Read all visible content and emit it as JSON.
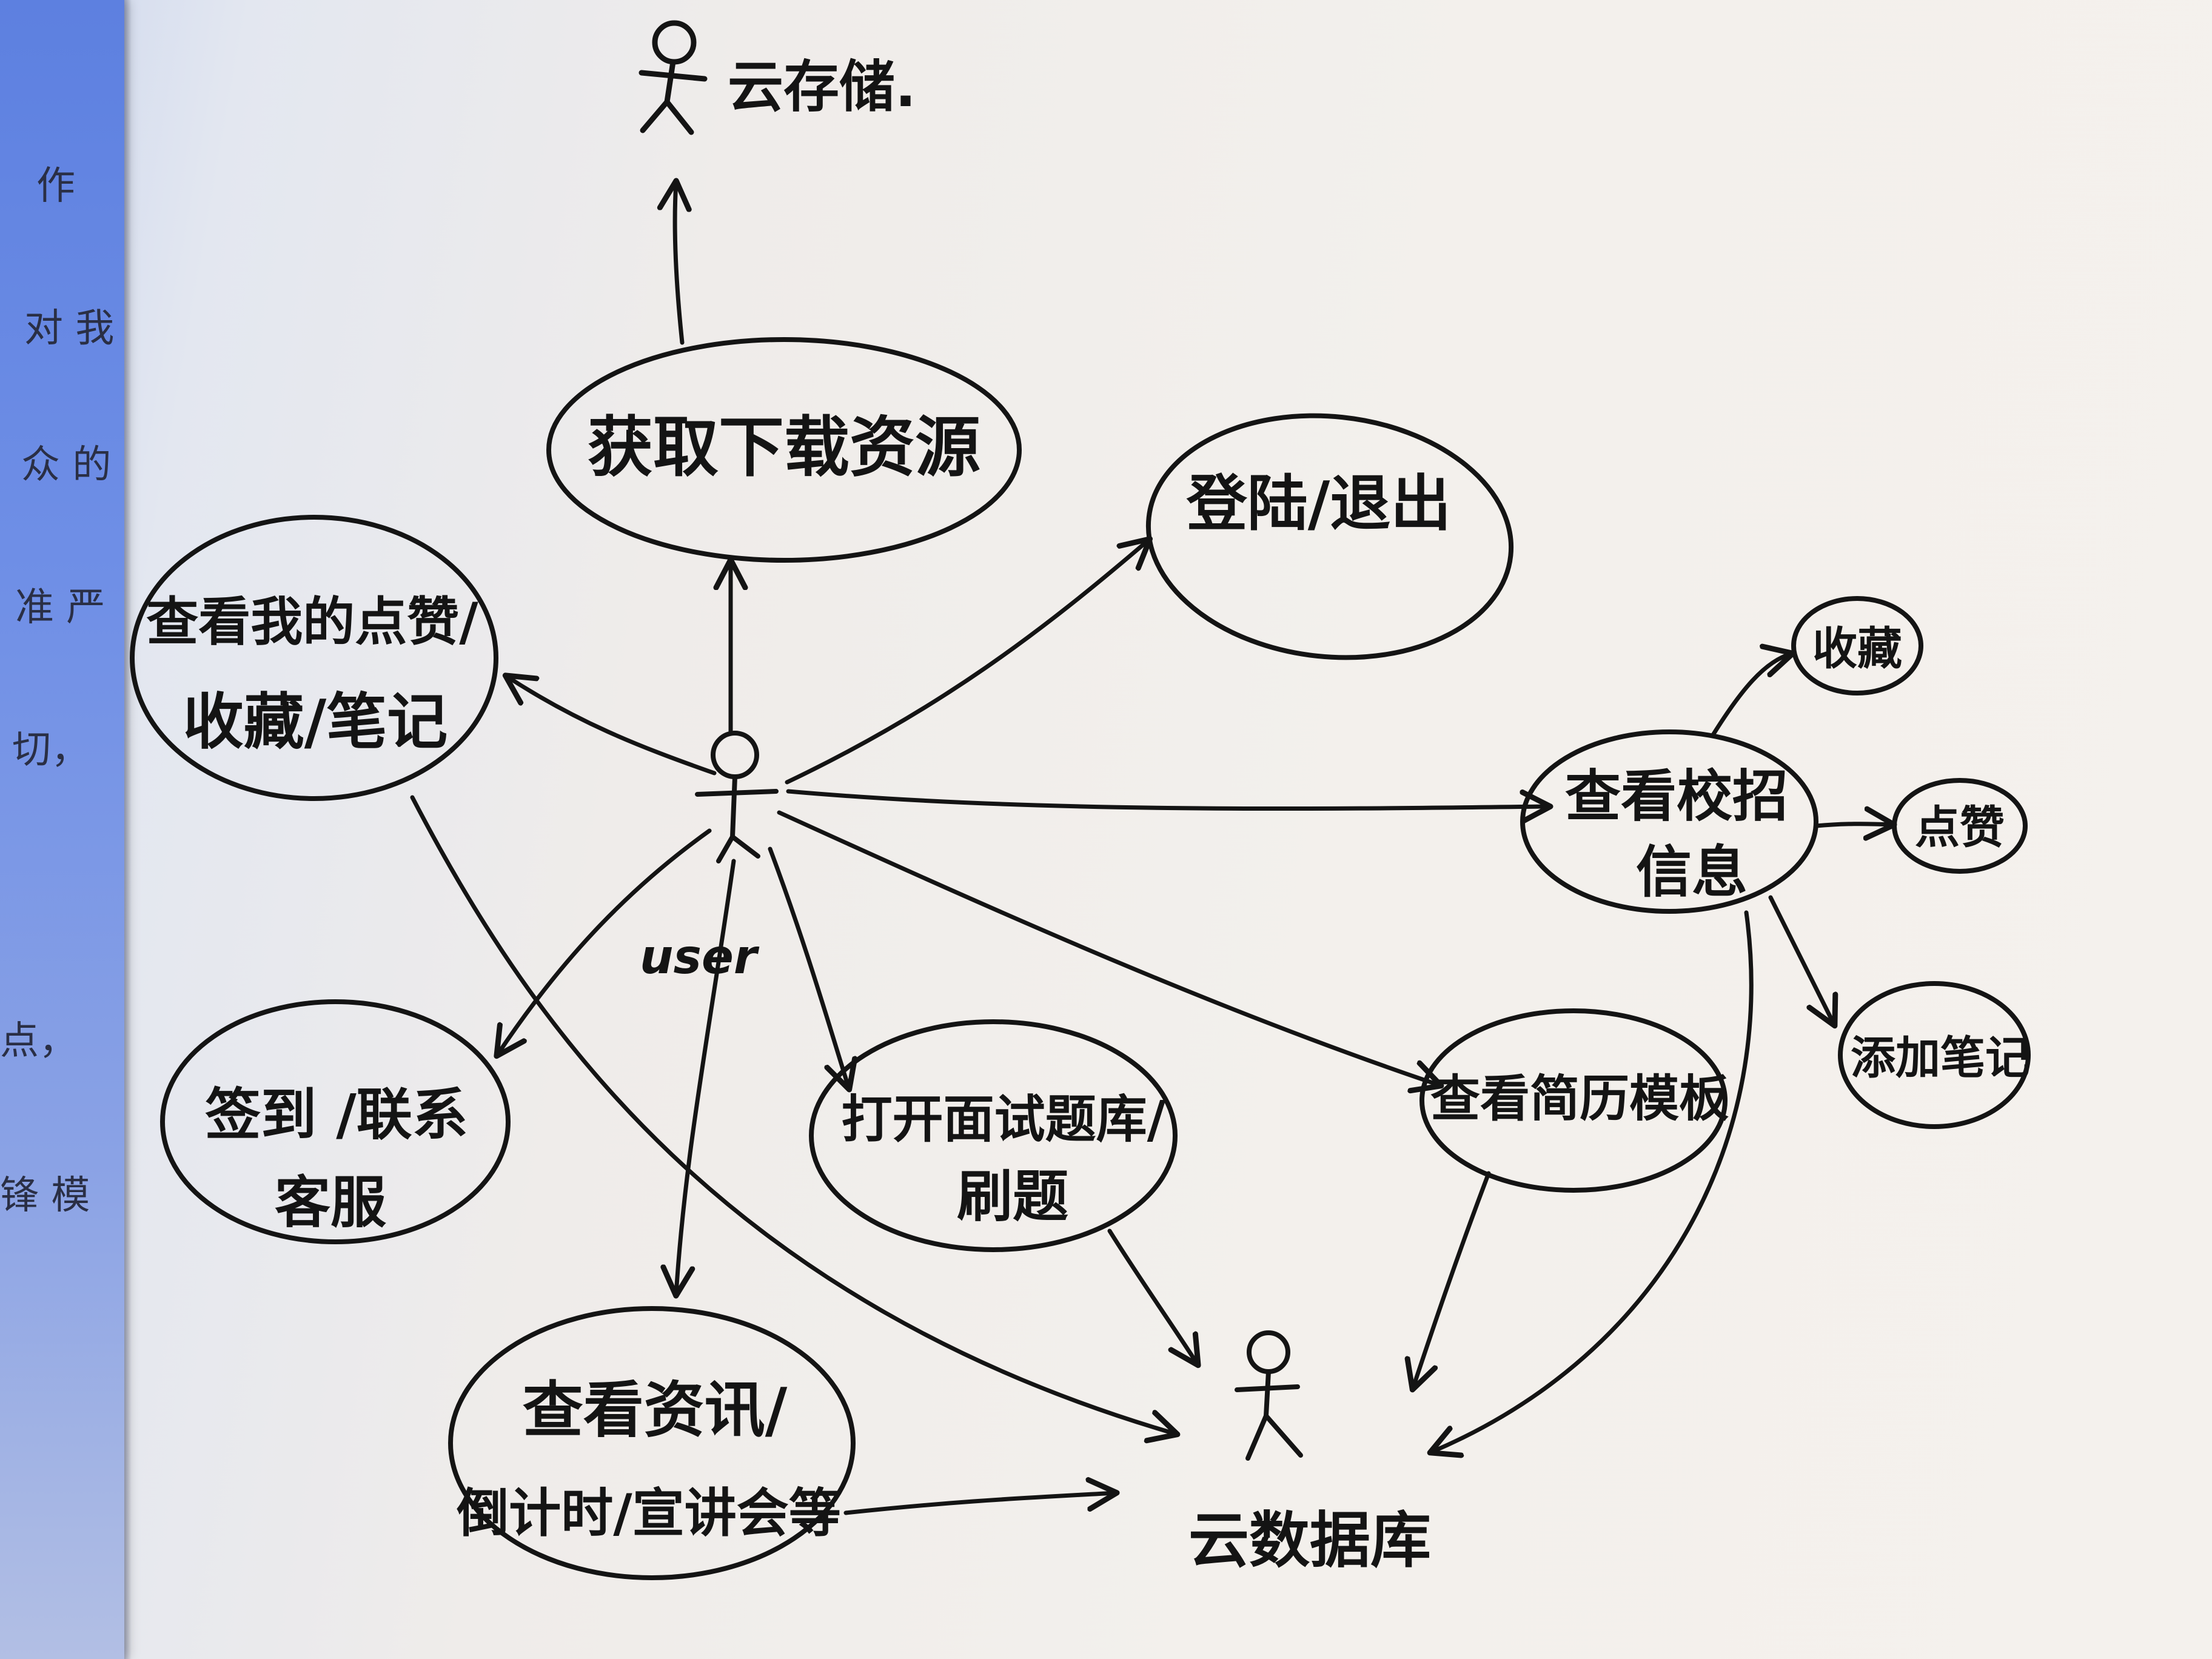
{
  "sheet_margin_text": [
    "作",
    "对 我",
    "众 的",
    "准 严",
    "切，",
    "点，",
    "锋 模"
  ],
  "actors": {
    "cloud_storage": "云存储.",
    "user": "user",
    "cloud_database": "云数据库"
  },
  "use_cases": {
    "get_download": "获取下载资源",
    "login_logout": "登陆/退出",
    "view_likes_line1": "查看我的点赞/",
    "view_likes_line2": "收藏/笔记",
    "view_campus_line1": "查看校招",
    "view_campus_line2": "信息",
    "collect": "收藏",
    "like": "点赞",
    "add_note": "添加笔记",
    "checkin_line1": "签到 /联系",
    "checkin_line2": "客服",
    "interview_line1": "打开面试题库/",
    "interview_line2": "刷题",
    "resume": "查看简历模板",
    "news_line1": "查看资讯/",
    "news_line2": "倒计时/宣讲会等"
  }
}
